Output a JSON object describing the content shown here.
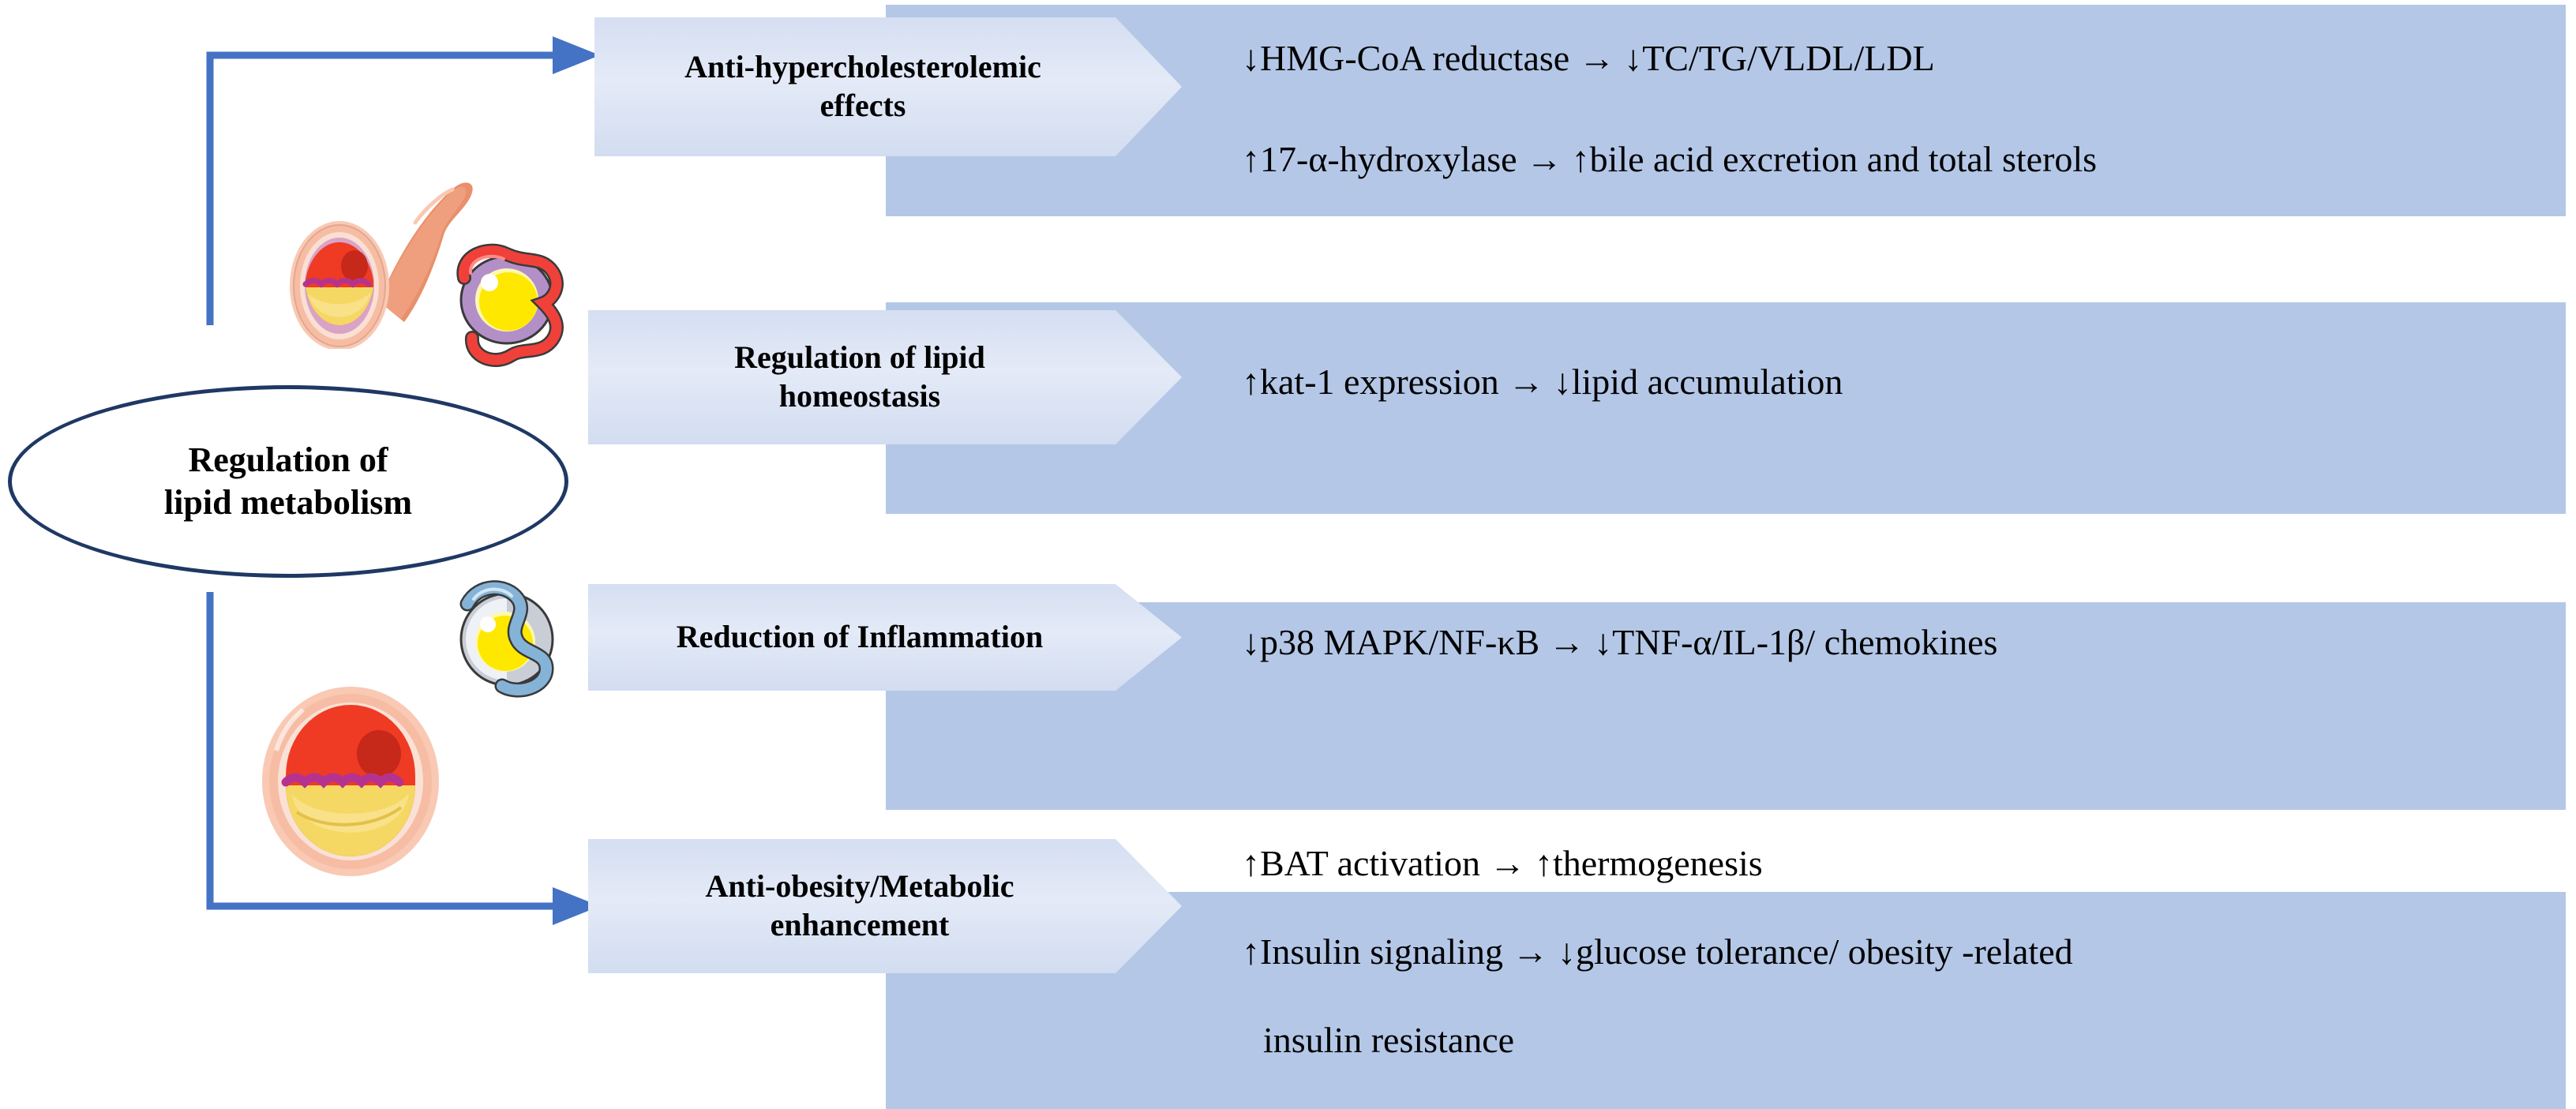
{
  "diagram": {
    "center_node": {
      "line1": "Regulation of",
      "line2": "lipid metabolism"
    },
    "colors": {
      "band": "#b4c7e7",
      "chevron": "#dce4f3",
      "connector": "#4472c4",
      "ellipse_border": "#1f3864",
      "text": "#000000"
    },
    "rows": [
      {
        "label_line1": "Anti-hypercholesterolemic",
        "label_line2": "effects",
        "effects": [
          "↓HMG-CoA reductase → ↓TC/TG/VLDL/LDL",
          "↑17-α-hydroxylase → ↑bile acid excretion and total sterols"
        ]
      },
      {
        "label_line1": "Regulation of lipid",
        "label_line2": "homeostasis",
        "effects": [
          "↑kat-1 expression → ↓lipid accumulation"
        ]
      },
      {
        "label_line1": "Reduction of Inflammation",
        "label_line2": "",
        "effects": [
          "↓p38 MAPK/NF-κB → ↓TNF-α/IL-1β/ chemokines"
        ]
      },
      {
        "label_line1": "Anti-obesity/Metabolic",
        "label_line2": "enhancement",
        "effects": [
          "↑BAT activation → ↑thermogenesis",
          "↑Insulin signaling →  ↓glucose tolerance/ obesity -related",
          "insulin resistance"
        ]
      }
    ],
    "illustrations": [
      {
        "name": "artery-cross-section-with-plaque-tubular"
      },
      {
        "name": "blood-vessel-lipid-droplet-red"
      },
      {
        "name": "blood-vessel-lipid-droplet-blue"
      },
      {
        "name": "artery-cross-section-with-plaque-round"
      }
    ]
  }
}
